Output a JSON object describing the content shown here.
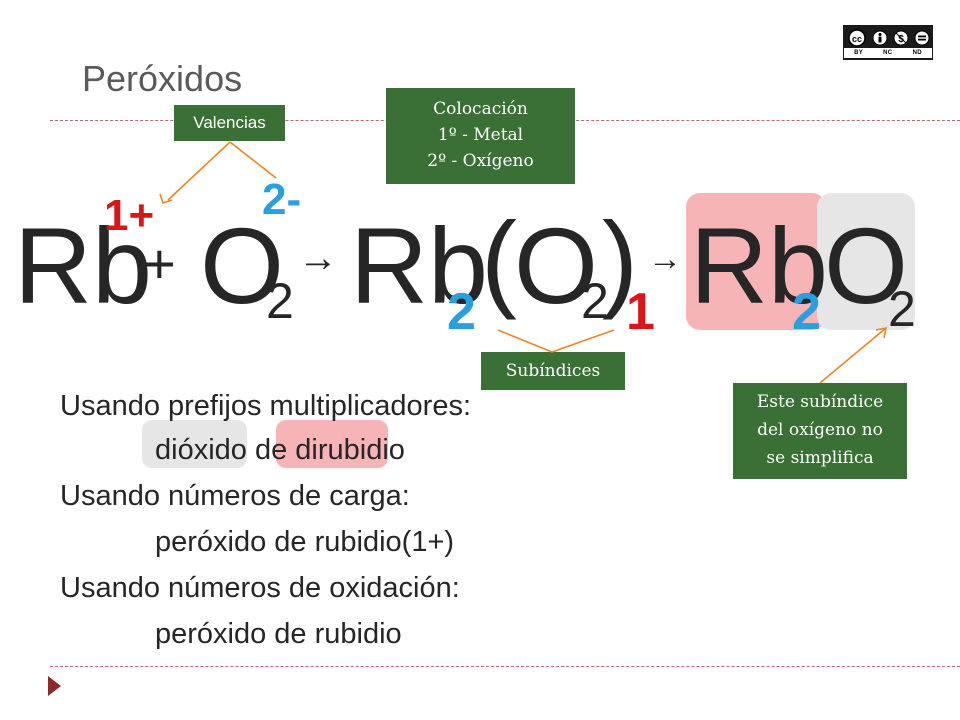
{
  "slide": {
    "title": "Peróxidos",
    "license": {
      "label": "BY NC ND",
      "by": "BY",
      "nc": "NC",
      "nd": "ND"
    }
  },
  "callouts": {
    "valencias": "Valencias",
    "colocacion": [
      "Colocación",
      "1º - Metal",
      "2º - Oxígeno"
    ],
    "subindices": "Subíndices",
    "note": [
      "Este subíndice",
      "del oxígeno no",
      "se simplifica"
    ]
  },
  "equation": {
    "rb1": "Rb",
    "charge_rb": "1+",
    "plus": "+",
    "o1": "O",
    "o1_sub": "2",
    "charge_o": "2-",
    "rb2": "Rb",
    "rb2_sub": "2",
    "paren_open": "(",
    "o2": "O",
    "o2_sub": "2",
    "paren_close": ")",
    "paren_sub": "1",
    "rb3": "Rb",
    "rb3_sub": "2",
    "o3": "O",
    "o3_sub": "2",
    "arrow": "→"
  },
  "names": {
    "prefix_heading": "Usando prefijos multiplicadores:",
    "prefix_word1": "dióxido",
    "prefix_mid": " de ",
    "prefix_word2": "dirubidio",
    "charge_heading": "Usando números de carga:",
    "charge_name": "peróxido de rubidio(1+)",
    "oxid_heading": "Usando números de oxidación:",
    "oxid_name": "peróxido de rubidio"
  },
  "colors": {
    "green_box": "#3a7035",
    "cyan": "#2a9fe0",
    "red": "#d81818",
    "highlight_red": "#f6b4b6",
    "highlight_gray": "#e6e6e6",
    "arrow_orange": "#e8862a",
    "divider": "#b46a6a"
  }
}
